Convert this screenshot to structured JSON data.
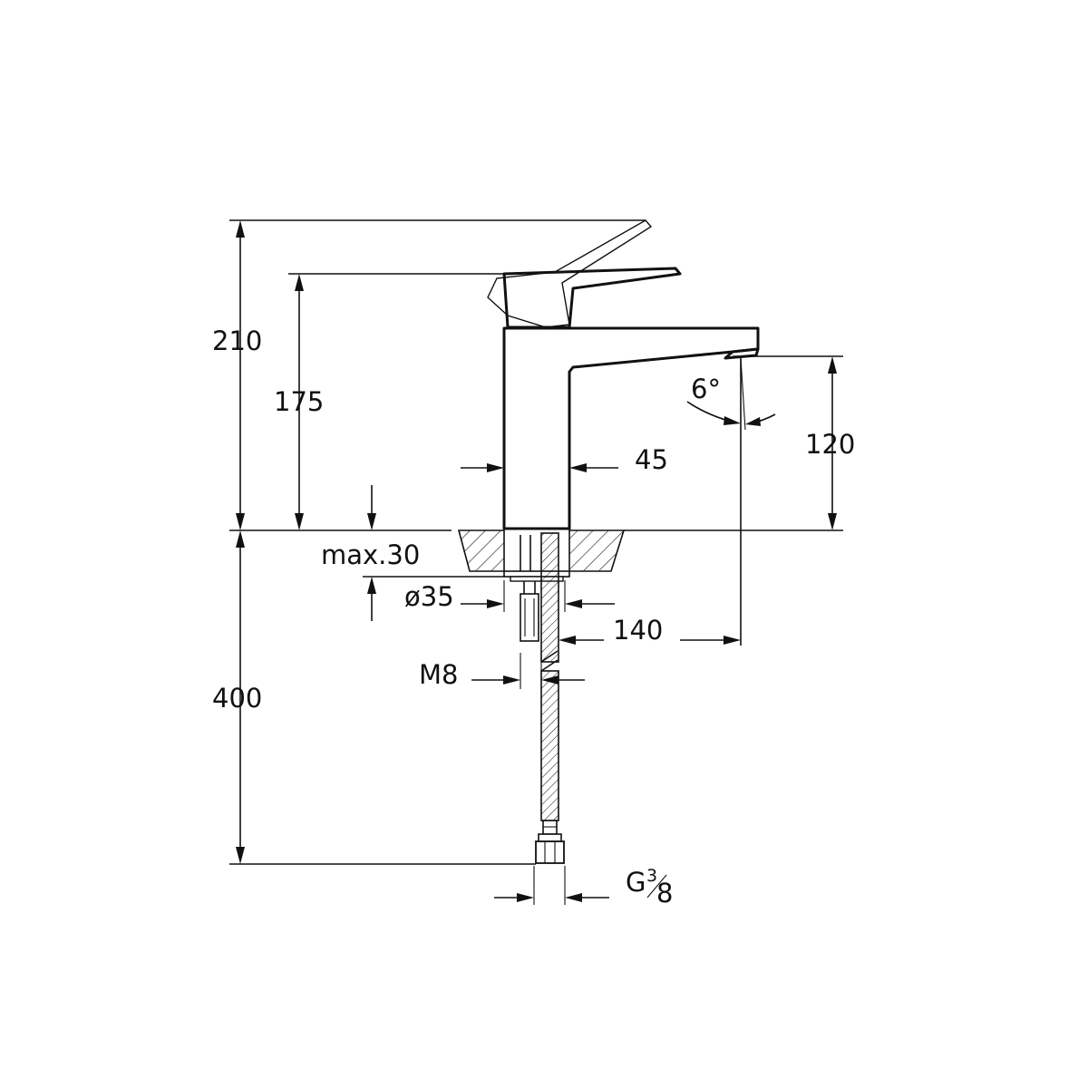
{
  "dimensions": {
    "total_height": "210",
    "handle_height": "175",
    "spout_height": "120",
    "body_width": "45",
    "spout_angle": "6°",
    "max_counter_thickness": "max.30",
    "hole_diameter": "ø35",
    "spout_reach": "140",
    "stud_thread": "M8",
    "hose_length": "400",
    "connection_prefix": "G",
    "connection_num": "3",
    "connection_den": "8"
  },
  "colors": {
    "line": "#111111",
    "background": "#ffffff"
  }
}
